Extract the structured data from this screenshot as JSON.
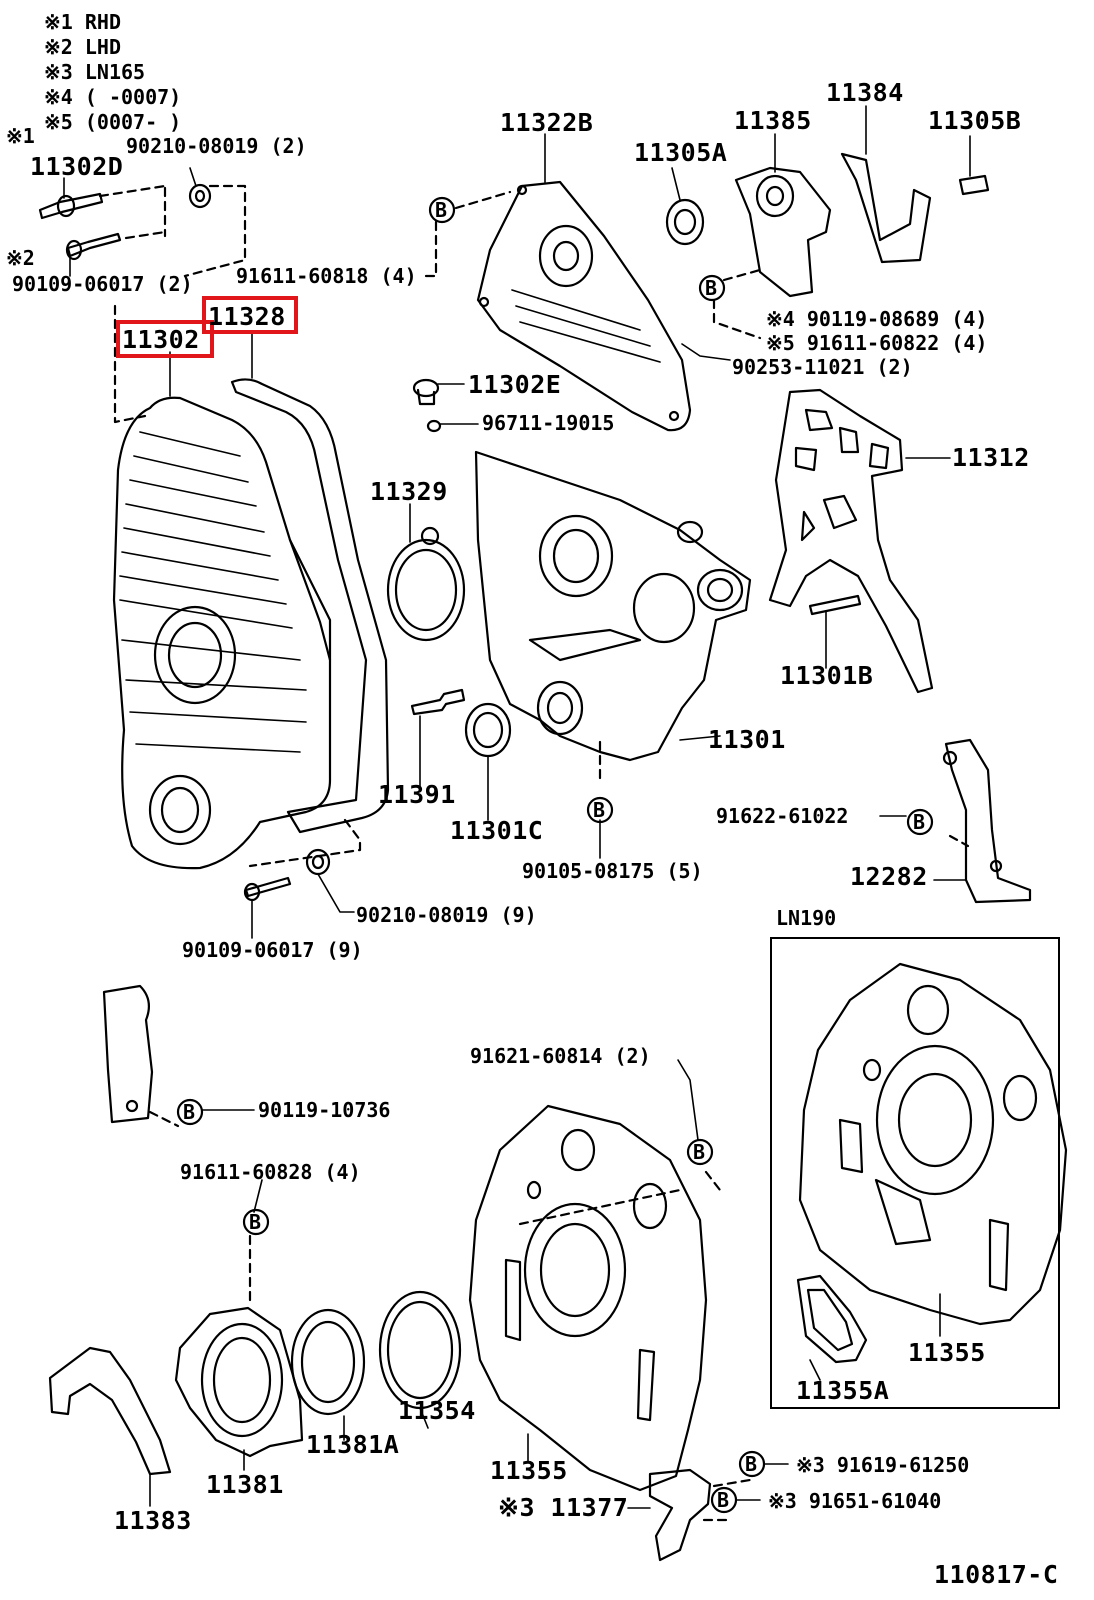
{
  "notes": [
    {
      "mark": "※1",
      "text": "RHD"
    },
    {
      "mark": "※2",
      "text": "LHD"
    },
    {
      "mark": "※3",
      "text": "LN165"
    },
    {
      "mark": "※4",
      "text": "(        -0007)"
    },
    {
      "mark": "※5",
      "text": "(0007-        )"
    }
  ],
  "highlight_color": "#e0161b",
  "callout_letter": "B",
  "diagram_code": "110817-C",
  "inset_title": "LN190",
  "parts": {
    "p11302D": "11302D",
    "p90210_top": "90210-08019 (2)",
    "mark1": "※1",
    "mark2": "※2",
    "p90109_top": "90109-06017 (2)",
    "p91611_818": "91611-60818 (4)",
    "p11328": "11328",
    "p11302": "11302",
    "p11322B": "11322B",
    "p11305A": "11305A",
    "p11385": "11385",
    "p11384": "11384",
    "p11305B": "11305B",
    "p90119_08689": "※4 90119-08689 (4)",
    "p91611_60822": "※5 91611-60822 (4)",
    "p90253": "90253-11021 (2)",
    "p11302E": "11302E",
    "p96711": "96711-19015",
    "p11312": "11312",
    "p11329": "11329",
    "p11301B": "11301B",
    "p11301": "11301",
    "p11391": "11391",
    "p11301C": "11301C",
    "p91622": "91622-61022",
    "p90105": "90105-08175 (5)",
    "p12282": "12282",
    "p90210_bot": "90210-08019 (9)",
    "p90109_bot": "90109-06017 (9)",
    "p90119_10736": "90119-10736",
    "p91621": "91621-60814 (2)",
    "p91611_828": "91611-60828 (4)",
    "p11355_inset": "11355",
    "p11355A": "11355A",
    "p11354": "11354",
    "p11381A": "11381A",
    "p11381": "11381",
    "p11383": "11383",
    "p11355": "11355",
    "p91619": "※3 91619-61250",
    "p91651": "※3 91651-61040",
    "p11377": "※3 11377"
  }
}
